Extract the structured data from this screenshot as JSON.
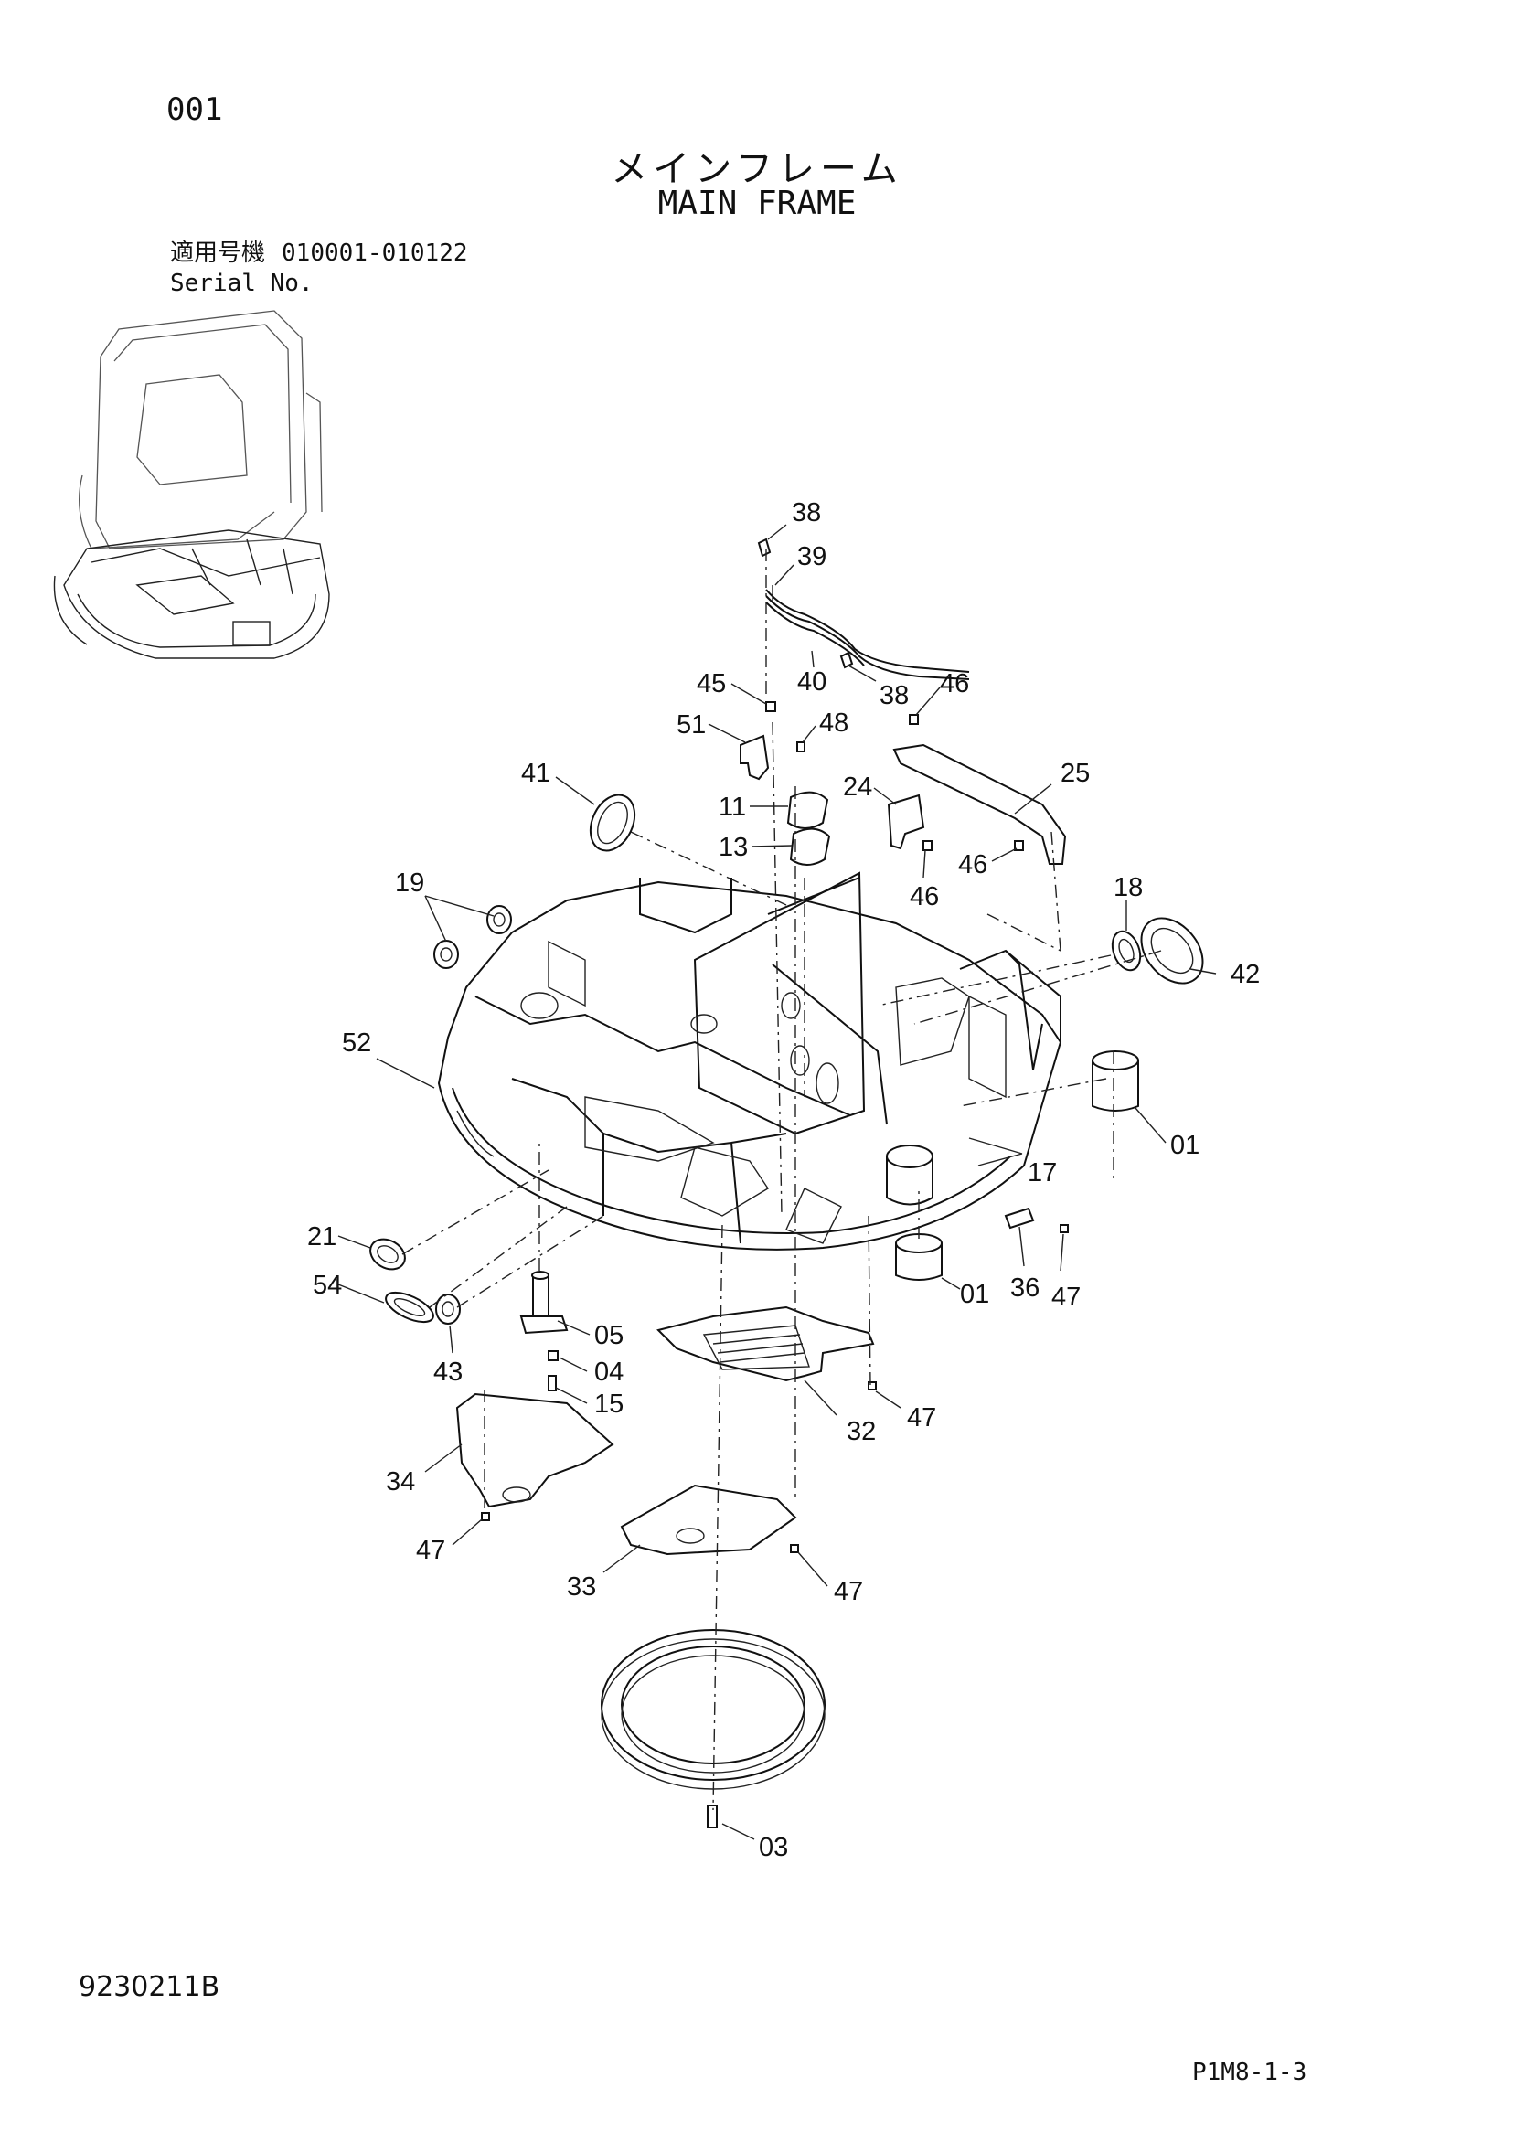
{
  "header": {
    "page_number": "001",
    "title_jp": "メインフレーム",
    "title_en": "MAIN FRAME",
    "serial_label_jp": "適用号機",
    "serial_range": "010001-010122",
    "serial_label_en": "Serial No."
  },
  "footer": {
    "document_code": "9230211B",
    "page_ref": "P1M8-1-3"
  },
  "callouts": [
    "38",
    "39",
    "40",
    "38",
    "45",
    "46",
    "51",
    "48",
    "41",
    "24",
    "25",
    "11",
    "13",
    "46",
    "46",
    "19",
    "18",
    "42",
    "52",
    "01",
    "17",
    "21",
    "36",
    "47",
    "01",
    "54",
    "05",
    "43",
    "04",
    "15",
    "32",
    "47",
    "34",
    "47",
    "33",
    "47",
    "03"
  ]
}
